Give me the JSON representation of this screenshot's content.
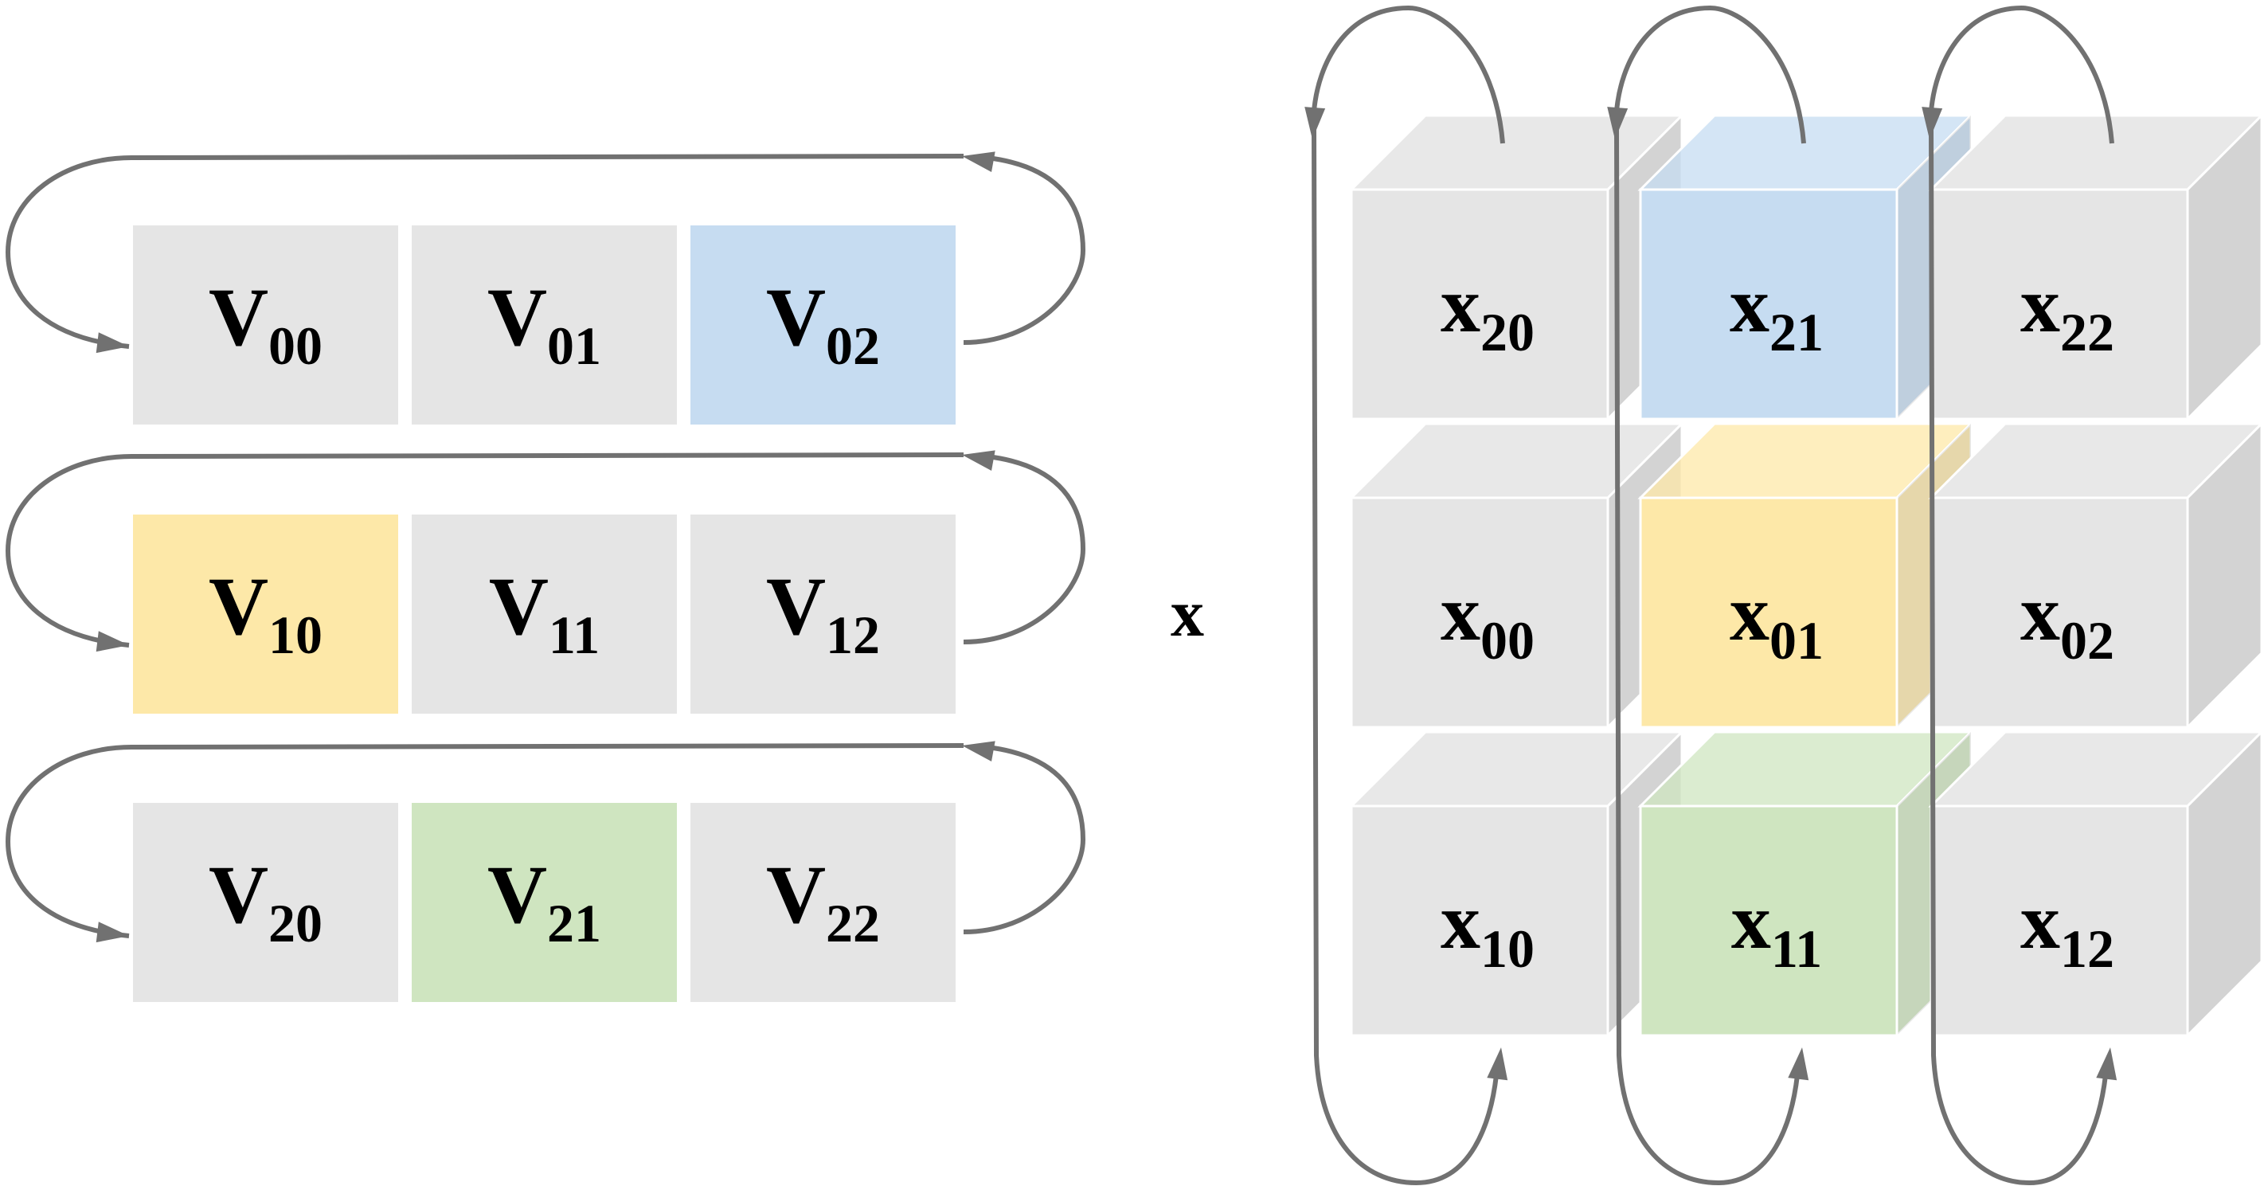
{
  "left_grid": {
    "base": "V",
    "cells": [
      [
        {
          "sub": "00",
          "color": "#e5e5e5"
        },
        {
          "sub": "01",
          "color": "#e5e5e5"
        },
        {
          "sub": "02",
          "color": "#c6dcf1"
        }
      ],
      [
        {
          "sub": "10",
          "color": "#fde8a8"
        },
        {
          "sub": "11",
          "color": "#e5e5e5"
        },
        {
          "sub": "12",
          "color": "#e5e5e5"
        }
      ],
      [
        {
          "sub": "20",
          "color": "#e5e5e5"
        },
        {
          "sub": "21",
          "color": "#cfe5c0"
        },
        {
          "sub": "22",
          "color": "#e5e5e5"
        }
      ]
    ]
  },
  "operator": "x",
  "right_grid": {
    "base": "x",
    "cells": [
      [
        {
          "sub": "20",
          "color": "#e5e5e5"
        },
        {
          "sub": "21",
          "color": "#c6dcf1"
        },
        {
          "sub": "22",
          "color": "#e5e5e5"
        }
      ],
      [
        {
          "sub": "00",
          "color": "#e5e5e5"
        },
        {
          "sub": "01",
          "color": "#fde8a8"
        },
        {
          "sub": "02",
          "color": "#e5e5e5"
        }
      ],
      [
        {
          "sub": "10",
          "color": "#e5e5e5"
        },
        {
          "sub": "11",
          "color": "#cfe5c0"
        },
        {
          "sub": "12",
          "color": "#e5e5e5"
        }
      ]
    ]
  },
  "colors": {
    "neutral": "#e5e5e5",
    "blue": "#c6dcf1",
    "yellow": "#fde8a8",
    "green": "#cfe5c0",
    "arrow": "#717171"
  }
}
